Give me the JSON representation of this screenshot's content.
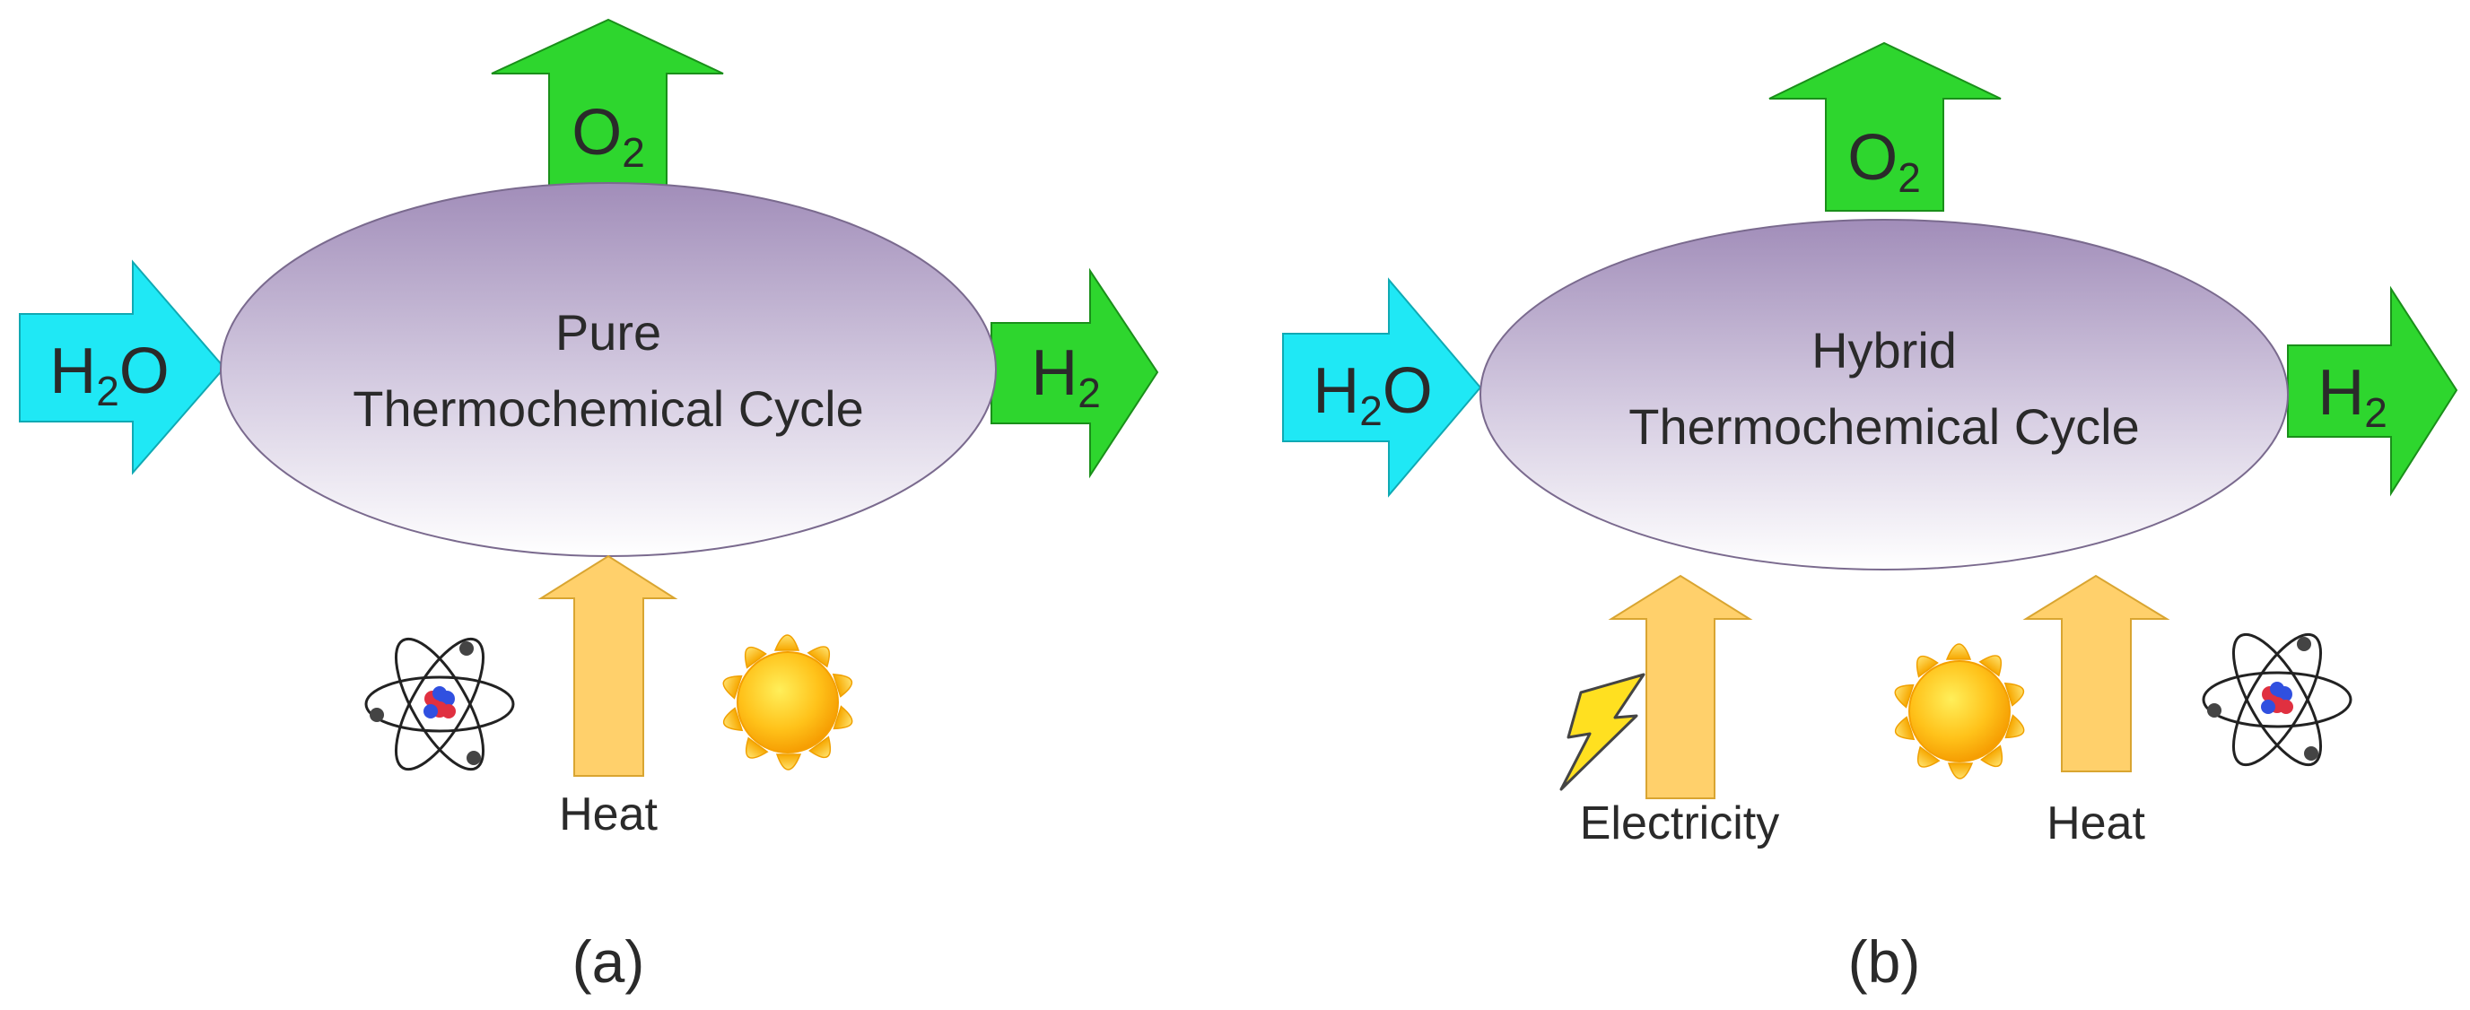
{
  "panels": [
    {
      "id": "a",
      "cycle_line1": "Pure",
      "cycle_line2": "Thermochemical Cycle",
      "input_label": "H",
      "input_sub": "2",
      "input_tail": "O",
      "output_h2": "H",
      "output_h2_sub": "2",
      "output_o2": "O",
      "output_o2_sub": "2",
      "energy_label": "Heat",
      "caption": "(a)"
    },
    {
      "id": "b",
      "cycle_line1": "Hybrid",
      "cycle_line2": "Thermochemical Cycle",
      "input_label": "H",
      "input_sub": "2",
      "input_tail": "O",
      "output_h2": "H",
      "output_h2_sub": "2",
      "output_o2": "O",
      "output_o2_sub": "2",
      "energy_label_1": "Electricity",
      "energy_label_2": "Heat",
      "caption": "(b)"
    }
  ],
  "icons": [
    "atom-icon",
    "sun-icon",
    "lightning-bolt-icon"
  ],
  "colors": {
    "water_arrow": "#1fe8f5",
    "product_arrow": "#2ed62e",
    "heat_arrow": "#ffd06b",
    "ellipse_top": "#a18db9",
    "ellipse_bottom": "#ffffff"
  }
}
